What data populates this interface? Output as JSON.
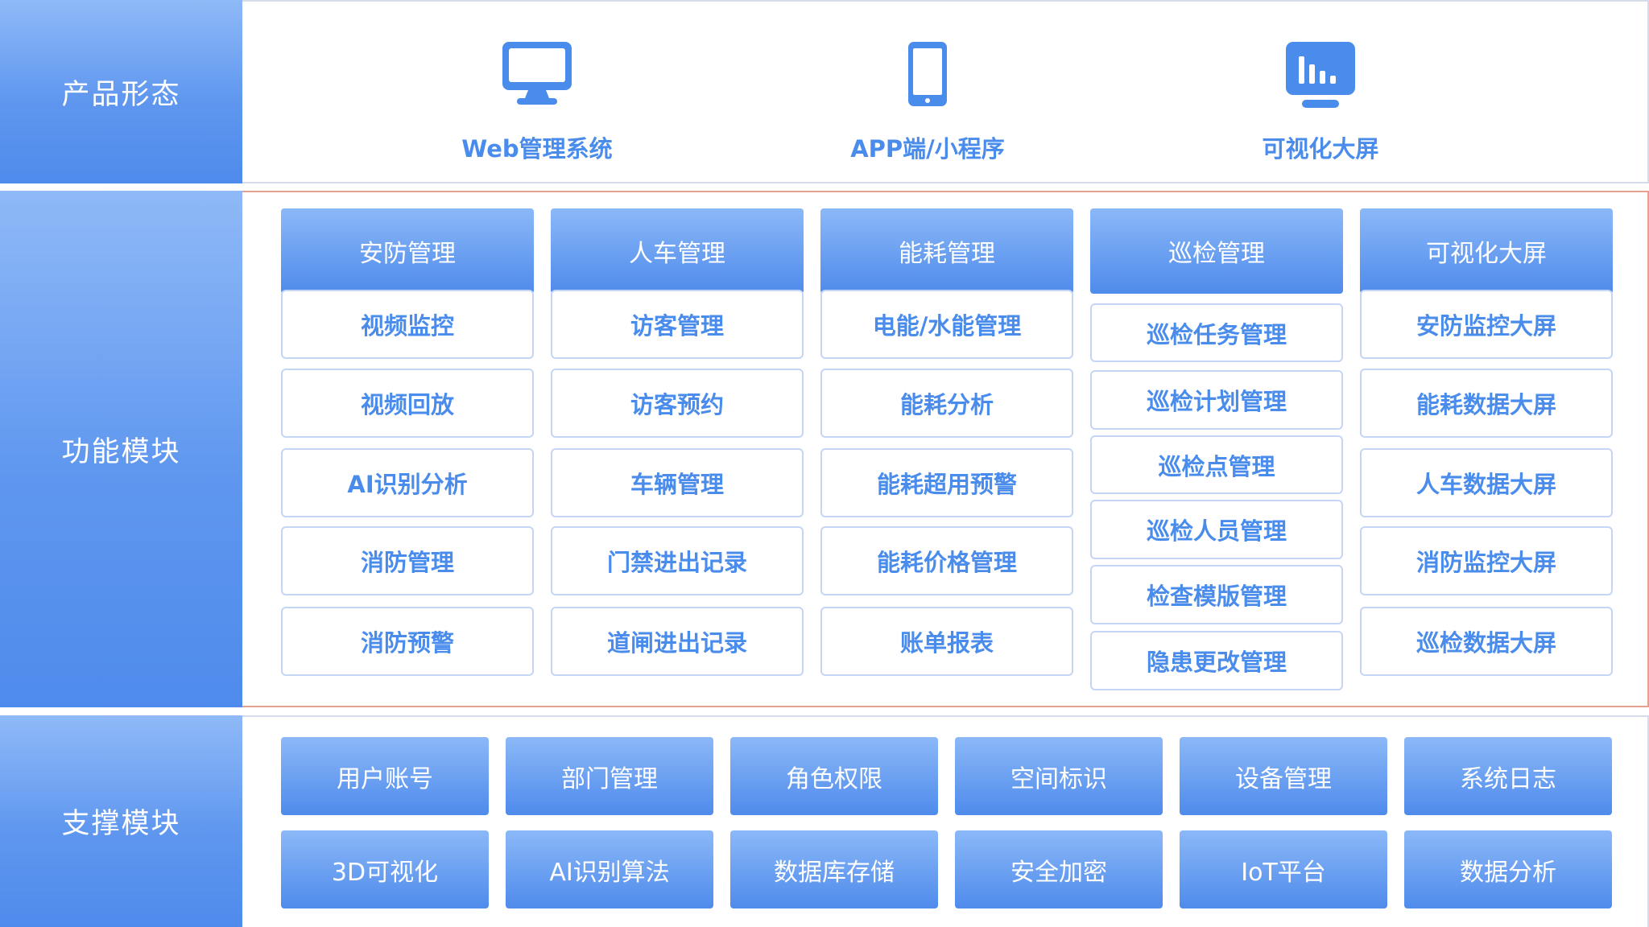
{
  "rows": {
    "product": {
      "label": "产品形态"
    },
    "function": {
      "label": "功能模块"
    },
    "support": {
      "label": "支撑模块"
    }
  },
  "products": [
    {
      "label": "Web管理系统",
      "icon": "monitor-icon"
    },
    {
      "label": "APP端/小程序",
      "icon": "phone-icon"
    },
    {
      "label": "可视化大屏",
      "icon": "dashboard-screen-icon"
    }
  ],
  "modules": [
    {
      "title": "安防管理",
      "items": [
        "视频监控",
        "视频回放",
        "AI识别分析",
        "消防管理",
        "消防预警"
      ]
    },
    {
      "title": "人车管理",
      "items": [
        "访客管理",
        "访客预约",
        "车辆管理",
        "门禁进出记录",
        "道闸进出记录"
      ]
    },
    {
      "title": "能耗管理",
      "items": [
        "电能/水能管理",
        "能耗分析",
        "能耗超用预警",
        "能耗价格管理",
        "账单报表"
      ]
    },
    {
      "title": "巡检管理",
      "items": [
        "巡检任务管理",
        "巡检计划管理",
        "巡检点管理",
        "巡检人员管理",
        "检查模版管理",
        "隐患更改管理"
      ]
    },
    {
      "title": "可视化大屏",
      "items": [
        "安防监控大屏",
        "能耗数据大屏",
        "人车数据大屏",
        "消防监控大屏",
        "巡检数据大屏"
      ]
    }
  ],
  "support": [
    [
      "用户账号",
      "部门管理",
      "角色权限",
      "空间标识",
      "设备管理",
      "系统日志"
    ],
    [
      "3D可视化",
      "AI识别算法",
      "数据库存储",
      "安全加密",
      "IoT平台",
      "数据分析"
    ]
  ],
  "colors": {
    "accent": "#4a8cec",
    "label_bg": "#5f97ef",
    "function_border": "#e6a08e"
  }
}
